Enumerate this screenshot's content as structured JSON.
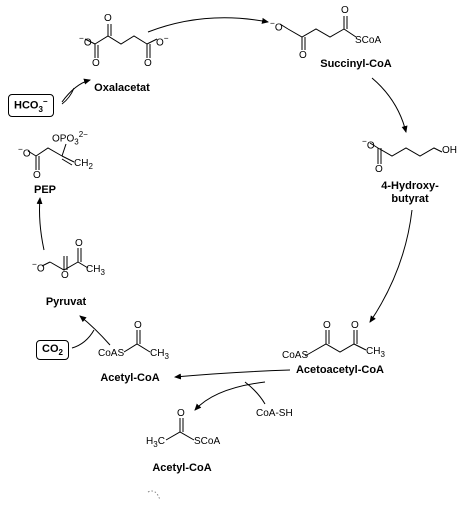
{
  "compounds": {
    "oxalacetate": "Oxalacetat",
    "succinyl_coa": "Succinyl-CoA",
    "hydroxybutyrate_line1": "4-Hydroxy-",
    "hydroxybutyrate_line2": "butyrat",
    "acetoacetyl_coa": "Acetoacetyl-CoA",
    "acetyl_coa_product": "Acetyl-CoA",
    "acetyl_coa_cycle": "Acetyl-CoA",
    "pyruvate": "Pyruvat",
    "pep": "PEP"
  },
  "cofactors": {
    "coash": "CoA-SH",
    "bicarbonate_main": "HCO",
    "bicarbonate_sub": "3",
    "bicarbonate_charge": "−",
    "co2_main": "CO",
    "co2_sub": "2"
  },
  "atom_labels": {
    "scoa": "SCoA",
    "coas": "CoAS",
    "ch3": "CH",
    "oh": "OH",
    "o": "O",
    "o_minus": "O",
    "ch2": "CH",
    "opo3": "OPO"
  }
}
